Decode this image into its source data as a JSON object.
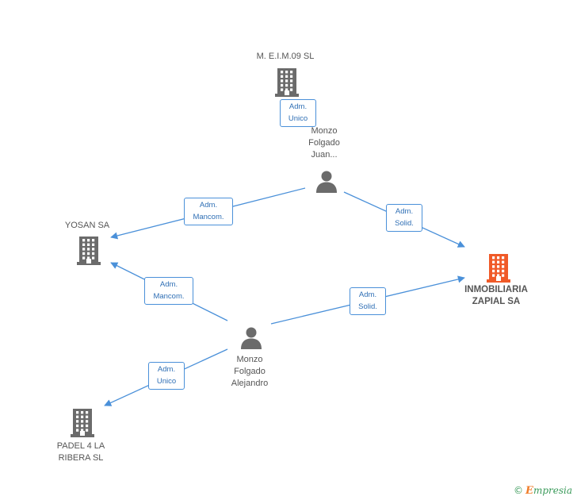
{
  "nodes": {
    "meim": {
      "label": "M. E.I.M.09 SL",
      "kind": "company"
    },
    "monzo_juan": {
      "label": [
        "Monzo",
        "Folgado",
        "Juan..."
      ],
      "kind": "person"
    },
    "yosan": {
      "label": "YOSAN SA",
      "kind": "company"
    },
    "inmobiliaria": {
      "label": [
        "INMOBILIARIA",
        "ZAPIAL SA"
      ],
      "kind": "company-main"
    },
    "monzo_alejandro": {
      "label": [
        "Monzo",
        "Folgado",
        "Alejandro"
      ],
      "kind": "person"
    },
    "padel": {
      "label": [
        "PADEL 4 LA",
        "RIBERA SL"
      ],
      "kind": "company"
    }
  },
  "edges": [
    {
      "from": "monzo_juan",
      "to": "meim",
      "label": [
        "Adm.",
        "Unico"
      ]
    },
    {
      "from": "monzo_juan",
      "to": "yosan",
      "label": [
        "Adm.",
        "Mancom."
      ]
    },
    {
      "from": "monzo_juan",
      "to": "inmobiliaria",
      "label": [
        "Adm.",
        "Solid."
      ]
    },
    {
      "from": "monzo_alejandro",
      "to": "yosan",
      "label": [
        "Adm.",
        "Mancom."
      ]
    },
    {
      "from": "monzo_alejandro",
      "to": "inmobiliaria",
      "label": [
        "Adm.",
        "Solid."
      ]
    },
    {
      "from": "monzo_alejandro",
      "to": "padel",
      "label": [
        "Adm.",
        "Unico"
      ]
    }
  ],
  "colors": {
    "edge": "#4a90d9",
    "company": "#6b6b6b",
    "company_main": "#f05a28",
    "person": "#6b6b6b"
  },
  "icons": {
    "company": "building-icon",
    "person": "person-icon"
  },
  "copyright": {
    "symbol": "©",
    "brand_first": "E",
    "brand_rest": "mpresia"
  }
}
